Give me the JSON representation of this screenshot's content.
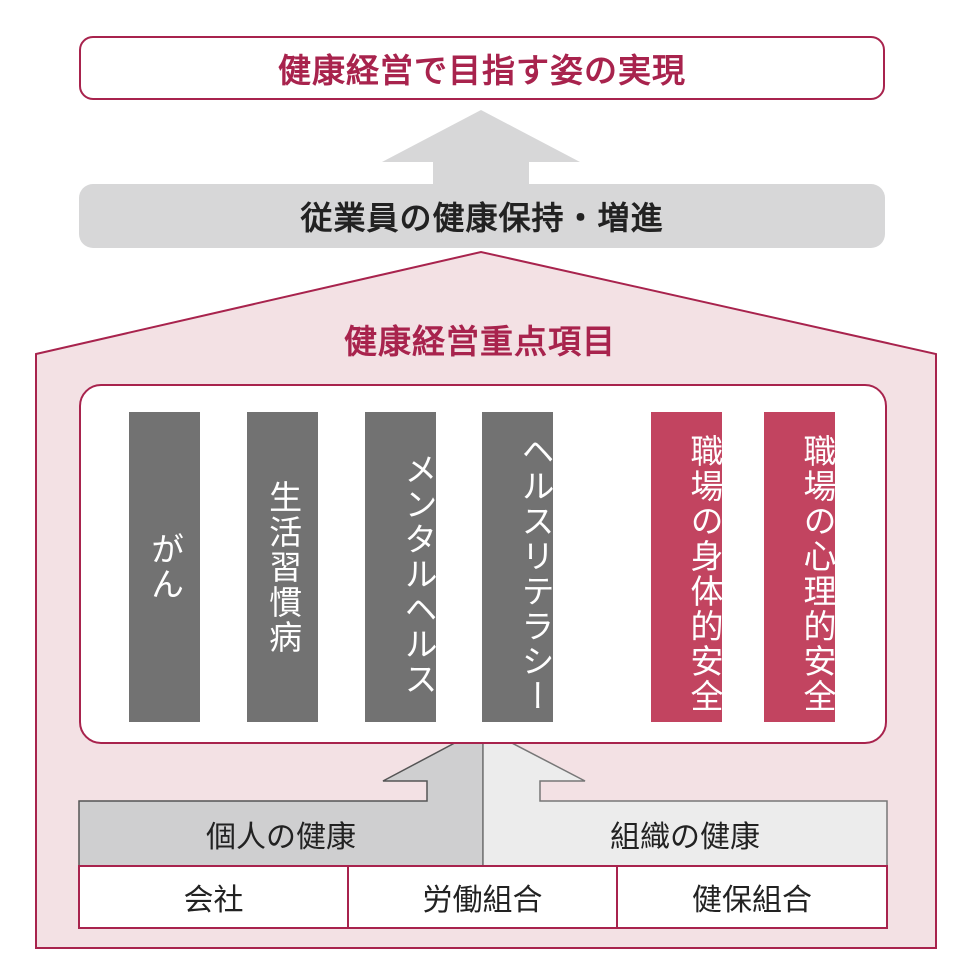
{
  "goal": "健康経営で目指す姿の実現",
  "maintain": "従業員の健康保持・増進",
  "focus_title": "健康経営重点項目",
  "pillars": [
    {
      "label": "がん",
      "color": "#727272"
    },
    {
      "label": "生活習慣病",
      "color": "#727272"
    },
    {
      "label": "メンタルヘルス",
      "color": "#727272"
    },
    {
      "label": "ヘルスリテラシー",
      "color": "#727272"
    },
    {
      "label": "職場の身体的安全",
      "color": "#c24460"
    },
    {
      "label": "職場の心理的安全",
      "color": "#c24460"
    }
  ],
  "health": {
    "individual": "個人の健康",
    "organization": "組織の健康"
  },
  "organizations": [
    "会社",
    "労働組合",
    "健保組合"
  ],
  "colors": {
    "accent": "#a8234d",
    "house_fill": "#f3e1e4",
    "maintain_bg": "#d7d7d8",
    "individual_bg": "#cfcfd0",
    "organization_bg": "#ececec"
  }
}
